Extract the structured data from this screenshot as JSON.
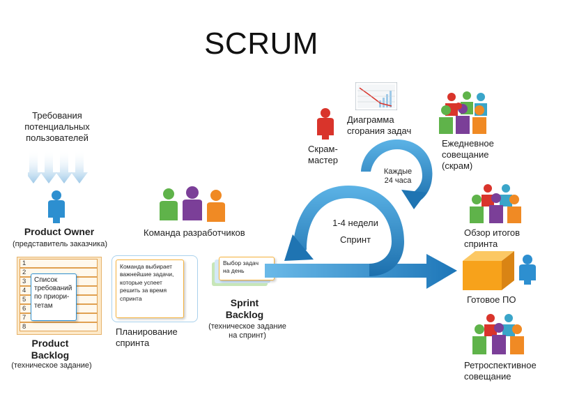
{
  "title": "SCRUM",
  "requirements": "Требования\nпотенциальных\nпользователей",
  "product_owner": {
    "title": "Product Owner",
    "subtitle": "(представитель заказчика)"
  },
  "product_backlog": {
    "rows": [
      "1",
      "2",
      "3",
      "4",
      "5",
      "6",
      "7",
      "8"
    ],
    "note": "Список\nтребований\nпо приори-\nтетам",
    "title": "Product\nBacklog",
    "subtitle": "(техническое задание)"
  },
  "dev_team": "Команда разработчиков",
  "sprint_planning": {
    "note": "Команда выбирает\nважнейшие задачи,\nкоторые успеет\nрешить за время\nспринта",
    "label": "Планирование\nспринта"
  },
  "sprint_backlog": {
    "note": "Выбор задач\nна день",
    "title": "Sprint\nBacklog",
    "subtitle": "(техническое задание\nна спринт)"
  },
  "sprint_cycle": {
    "duration": "1-4 недели",
    "label": "Спринт"
  },
  "daily_cycle": {
    "duration": "Каждые\n24 часа"
  },
  "scrum_master": "Скрам-\nмастер",
  "burndown": "Диаграмма\nсгорания задач",
  "daily_meeting": "Ежедневное\nсовещание\n(скрам)",
  "sprint_review": "Обзор итогов\nспринта",
  "finished_product": "Готовое ПО",
  "retrospective": "Ретроспективное\nсовещание",
  "colors": {
    "blue": "#2d8fd0",
    "red": "#d9342b",
    "green": "#5fb34a",
    "purple": "#7b3f98",
    "orange": "#f08a24",
    "teal": "#3aa5c9",
    "box": "#f7b23b"
  }
}
